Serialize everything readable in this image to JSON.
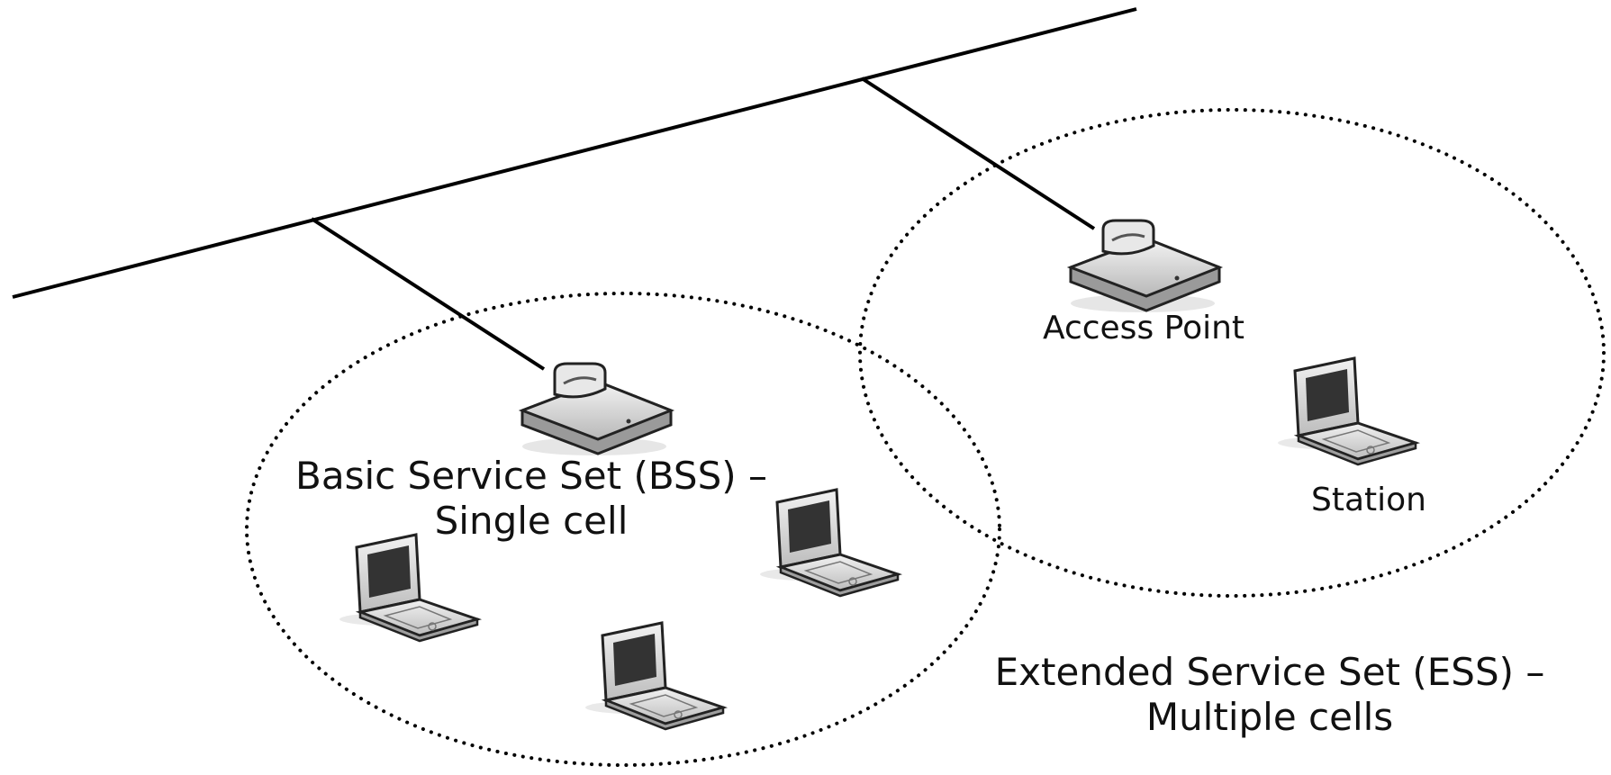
{
  "labels": {
    "bss_line1": "Basic Service Set (BSS) –",
    "bss_line2": "Single cell",
    "ess_line1": "Extended Service Set (ESS) –",
    "ess_line2": "Multiple cells",
    "access_point": "Access Point",
    "station": "Station"
  },
  "icons": {
    "access_point": "access-point-icon",
    "station": "laptop-icon"
  },
  "colors": {
    "line": "#000000",
    "device_body": "#d8d8d8",
    "screen": "#333333"
  }
}
